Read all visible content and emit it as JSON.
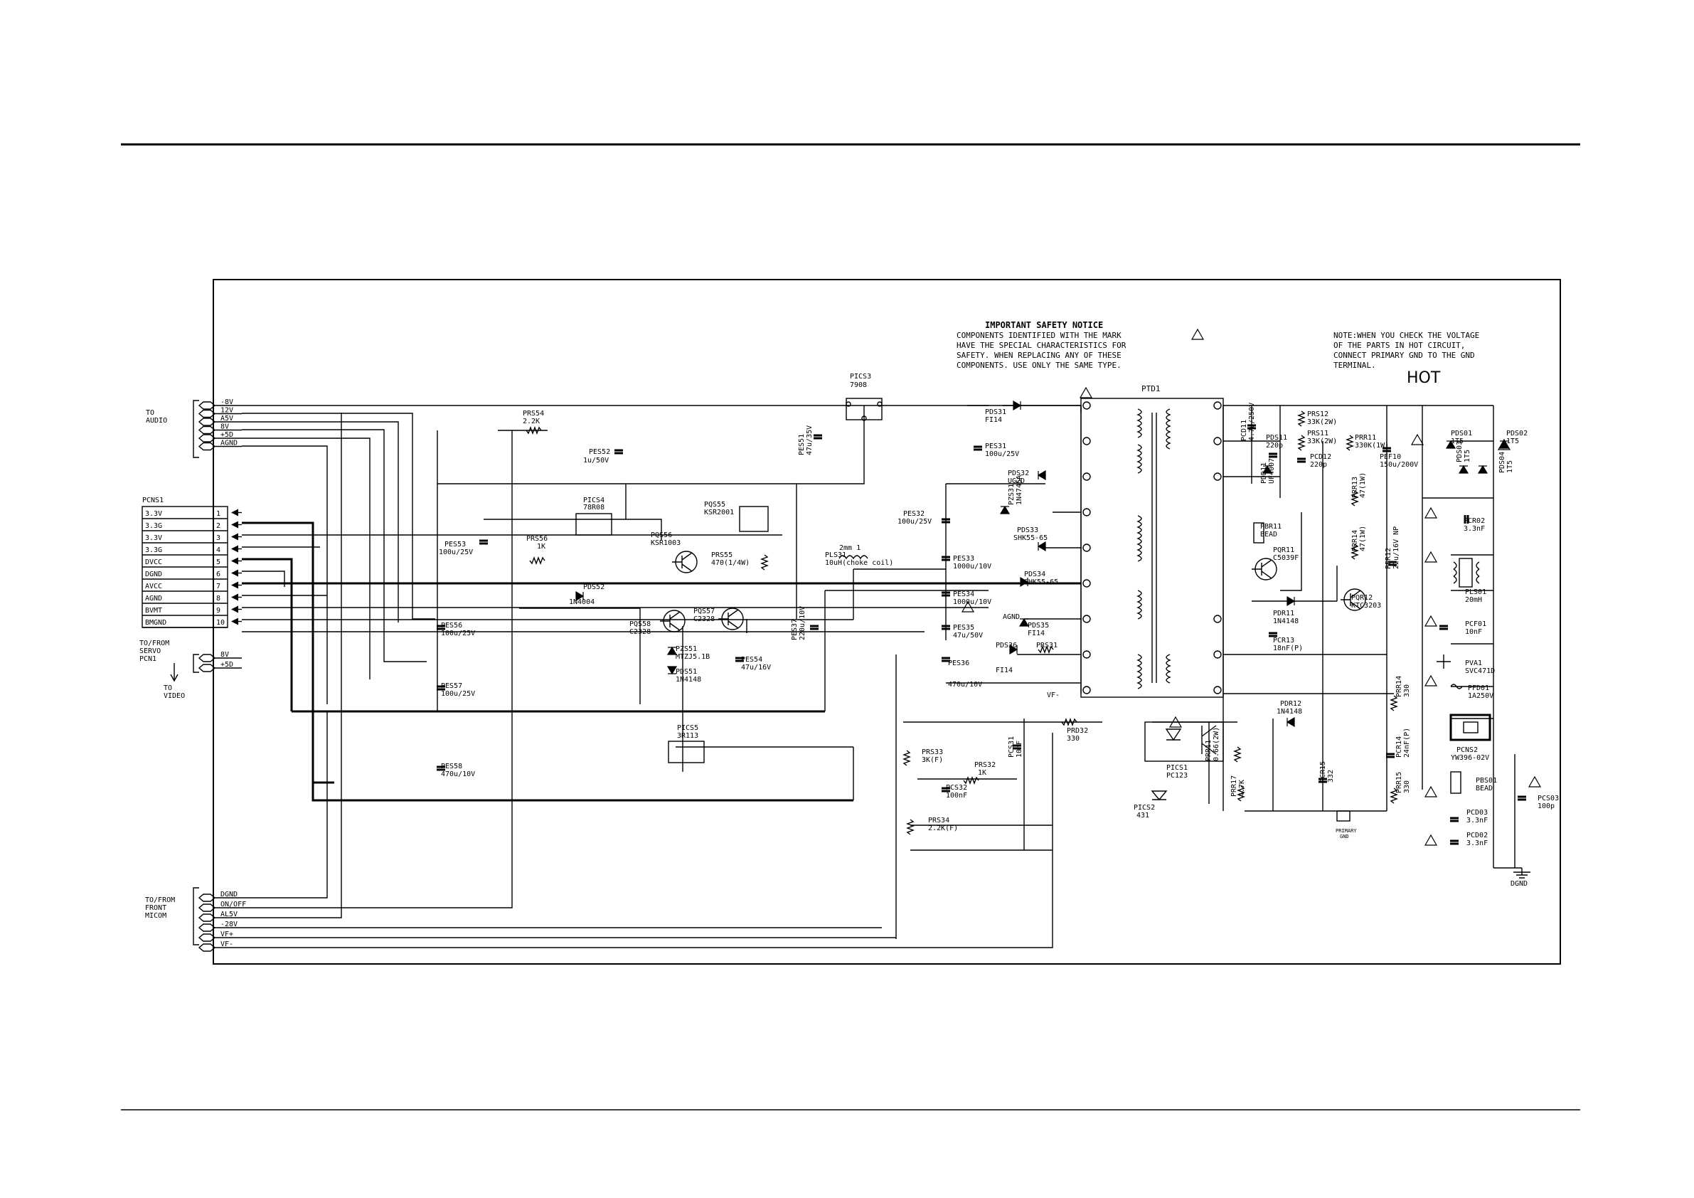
{
  "safety_notice": {
    "title": "IMPORTANT SAFETY NOTICE",
    "lines": [
      "COMPONENTS IDENTIFIED WITH THE MARK",
      "HAVE THE SPECIAL CHARACTERISTICS FOR",
      "SAFETY. WHEN REPLACING ANY OF THESE",
      "COMPONENTS. USE ONLY THE SAME TYPE."
    ]
  },
  "hot_note": {
    "lines": [
      "NOTE:WHEN YOU CHECK THE VOLTAGE",
      "OF THE PARTS IN HOT CIRCUIT,",
      "CONNECT PRIMARY GND TO THE GND",
      "TERMINAL."
    ],
    "hot_label": "HOT"
  },
  "connectors": {
    "audio": {
      "label": [
        "TO",
        "AUDIO"
      ],
      "pins": [
        "-8V",
        "12V",
        "A5V",
        "8V",
        "+5D",
        "AGND"
      ]
    },
    "pcns1": {
      "name": "PCNS1",
      "pins": [
        "3.3V",
        "3.3G",
        "3.3V",
        "3.3G",
        "DVCC",
        "DGND",
        "AVCC",
        "AGND",
        "BVMT",
        "BMGND"
      ],
      "numbers": [
        "1",
        "2",
        "3",
        "4",
        "5",
        "6",
        "7",
        "8",
        "9",
        "10"
      ]
    },
    "servo": {
      "label": [
        "TO/FROM",
        "SERVO",
        "PCN1"
      ],
      "pins": [
        "8V",
        "+5D"
      ],
      "video": [
        "TO",
        "VIDEO"
      ]
    },
    "micom": {
      "label": [
        "TO/FROM",
        "FRONT",
        "MICOM"
      ],
      "pins": [
        "DGND",
        "ON/OFF",
        "AL5V",
        "-28V",
        "VF+",
        "VF-"
      ]
    }
  },
  "components": [
    {
      "id": "pics3",
      "name": "PICS3",
      "value": "7908"
    },
    {
      "id": "prs54",
      "name": "PRS54",
      "value": "2.2K"
    },
    {
      "id": "pes52",
      "name": "PES52",
      "value": "1u/50V"
    },
    {
      "id": "pes51",
      "name": "PES51",
      "value": "47u/35V"
    },
    {
      "id": "pds31",
      "name": "PDS31",
      "value": "FI14"
    },
    {
      "id": "pes31",
      "name": "PES31",
      "value": "100u/25V"
    },
    {
      "id": "pds32",
      "name": "PDS32",
      "value": "UG2D"
    },
    {
      "id": "pzs31",
      "name": "PZS31",
      "value": "1N4745A"
    },
    {
      "id": "pics4",
      "name": "PICS4",
      "value": "78R08"
    },
    {
      "id": "pqs55",
      "name": "PQS55",
      "value": "KSR2001"
    },
    {
      "id": "pqs56",
      "name": "PQS56",
      "value": "KSR1003"
    },
    {
      "id": "prs55",
      "name": "PRS55",
      "value": "470(1/4W)"
    },
    {
      "id": "pes53",
      "name": "PES53",
      "value": "100u/25V"
    },
    {
      "id": "prs56",
      "name": "PRS56",
      "value": "1K"
    },
    {
      "id": "pes32",
      "name": "PES32",
      "value": "100u/25V"
    },
    {
      "id": "pds33",
      "name": "PDS33",
      "value": "SHK55-65"
    },
    {
      "id": "pls31",
      "name": "PLS31",
      "value": "10uH(choke coil)"
    },
    {
      "id": "pes33",
      "name": "PES33",
      "value": "1000u/10V"
    },
    {
      "id": "pds34",
      "name": "PDS34",
      "value": "SHK55-65"
    },
    {
      "id": "pes34",
      "name": "PES34",
      "value": "1000u/10V"
    },
    {
      "id": "pds52",
      "name": "PDS52",
      "value": "1N4004"
    },
    {
      "id": "pqs58",
      "name": "PQS58",
      "value": "C2328"
    },
    {
      "id": "pqs57",
      "name": "PQS57",
      "value": "C2328"
    },
    {
      "id": "pes37",
      "name": "PES37",
      "value": "220u/10V"
    },
    {
      "id": "pds35",
      "name": "PDS35",
      "value": "FI14"
    },
    {
      "id": "pes35",
      "name": "PES35",
      "value": "47u/50V"
    },
    {
      "id": "pes56",
      "name": "PES56",
      "value": "100u/25V"
    },
    {
      "id": "pzs51",
      "name": "PZS51",
      "value": "MTZJ5.1B"
    },
    {
      "id": "pes54",
      "name": "PES54",
      "value": "47u/16V"
    },
    {
      "id": "pds51",
      "name": "PDS51",
      "value": "1N4148"
    },
    {
      "id": "pds36",
      "name": "PDS36",
      "value": "FI14"
    },
    {
      "id": "prs31",
      "name": "PRS31",
      "value": ""
    },
    {
      "id": "pes36",
      "name": "PES36",
      "value": "470u/10V"
    },
    {
      "id": "pes57",
      "name": "PES57",
      "value": "100u/25V"
    },
    {
      "id": "pics5",
      "name": "PICS5",
      "value": "3R113"
    },
    {
      "id": "pes58",
      "name": "PES58",
      "value": "470u/10V"
    },
    {
      "id": "prs33",
      "name": "PRS33",
      "value": "3K(F)"
    },
    {
      "id": "prs32",
      "name": "PRS32",
      "value": "1K"
    },
    {
      "id": "pcs32",
      "name": "PCS32",
      "value": "100nF"
    },
    {
      "id": "prs34",
      "name": "PRS34",
      "value": "2.2K(F)"
    },
    {
      "id": "pcs31",
      "name": "PCS31",
      "value": "10nF"
    },
    {
      "id": "prd32",
      "name": "PRD32",
      "value": "330"
    },
    {
      "id": "pics1",
      "name": "PICS1",
      "value": "PC123"
    },
    {
      "id": "pics2",
      "name": "PICS2",
      "value": "431"
    },
    {
      "id": "ptd1",
      "name": "PTD1",
      "value": ""
    },
    {
      "id": "pcd11",
      "name": "PCD11",
      "value": "4.7u/250V"
    },
    {
      "id": "prs12",
      "name": "PRS12",
      "value": "33K(2W)"
    },
    {
      "id": "prs11",
      "name": "PRS11",
      "value": "33K(2W)"
    },
    {
      "id": "pds11",
      "name": "PDS11",
      "value": "220p"
    },
    {
      "id": "pdd11",
      "name": "PDD11",
      "value": "UF4007"
    },
    {
      "id": "pcd12",
      "name": "PCD12",
      "value": "220p"
    },
    {
      "id": "prr11",
      "name": "PRR11",
      "value": "330K(1W)"
    },
    {
      "id": "pef10",
      "name": "PEF10",
      "value": "150u/200V"
    },
    {
      "id": "prr13",
      "name": "PRR13",
      "value": "47(1W)"
    },
    {
      "id": "prr14",
      "name": "PRR14",
      "value": "47(1W)"
    },
    {
      "id": "pbr11",
      "name": "PBR11",
      "value": "BEAD"
    },
    {
      "id": "pqr11",
      "name": "PQR11",
      "value": "C5039F"
    },
    {
      "id": "per12",
      "name": "PER12",
      "value": "22u/16V NP"
    },
    {
      "id": "pqr12",
      "name": "PQR12",
      "value": "KTC3203"
    },
    {
      "id": "pdr11",
      "name": "PDR11",
      "value": "1N4148"
    },
    {
      "id": "pcr13",
      "name": "PCR13",
      "value": "18nF(P)"
    },
    {
      "id": "prr14b",
      "name": "PRR14",
      "value": "330"
    },
    {
      "id": "pdr12",
      "name": "PDR12",
      "value": "1N4148"
    },
    {
      "id": "prr11b",
      "name": "PRR11",
      "value": "0.66(2W)"
    },
    {
      "id": "pcr14",
      "name": "PCR14",
      "value": "24nF(P)"
    },
    {
      "id": "prr17",
      "name": "PRR17",
      "value": "4.7K"
    },
    {
      "id": "pcr15",
      "name": "PCR15",
      "value": "332"
    },
    {
      "id": "prr15",
      "name": "PRR15",
      "value": "330"
    },
    {
      "id": "pds01",
      "name": "PDS01",
      "value": "1T5"
    },
    {
      "id": "pds02",
      "name": "PDS02",
      "value": "1T5"
    },
    {
      "id": "pds03",
      "name": "PDS03",
      "value": "1T5"
    },
    {
      "id": "pds04",
      "name": "PDS04",
      "value": "1T5"
    },
    {
      "id": "pcr02",
      "name": "PCR02",
      "value": "3.3nF"
    },
    {
      "id": "pls01",
      "name": "PLS01",
      "value": "20mH"
    },
    {
      "id": "pcf01",
      "name": "PCF01",
      "value": "10nF"
    },
    {
      "id": "pva1",
      "name": "PVA1",
      "value": "SVC471D"
    },
    {
      "id": "pfd01",
      "name": "PFD01",
      "value": "1A250V"
    },
    {
      "id": "pcns2",
      "name": "PCNS2",
      "value": "YW396-02V"
    },
    {
      "id": "pbs01",
      "name": "PBS01",
      "value": "BEAD"
    },
    {
      "id": "pcs03",
      "name": "PCS03",
      "value": "100p"
    },
    {
      "id": "pcd03",
      "name": "PCD03",
      "value": "3.3nF"
    },
    {
      "id": "pcd02",
      "name": "PCD02",
      "value": "3.3nF"
    }
  ],
  "net_labels": {
    "agnd": "AGND",
    "vf_minus": "VF-",
    "turns": "2mm 1",
    "primary_gnd": [
      "PRIMARY",
      "GND"
    ],
    "dgnd": "DGND"
  }
}
